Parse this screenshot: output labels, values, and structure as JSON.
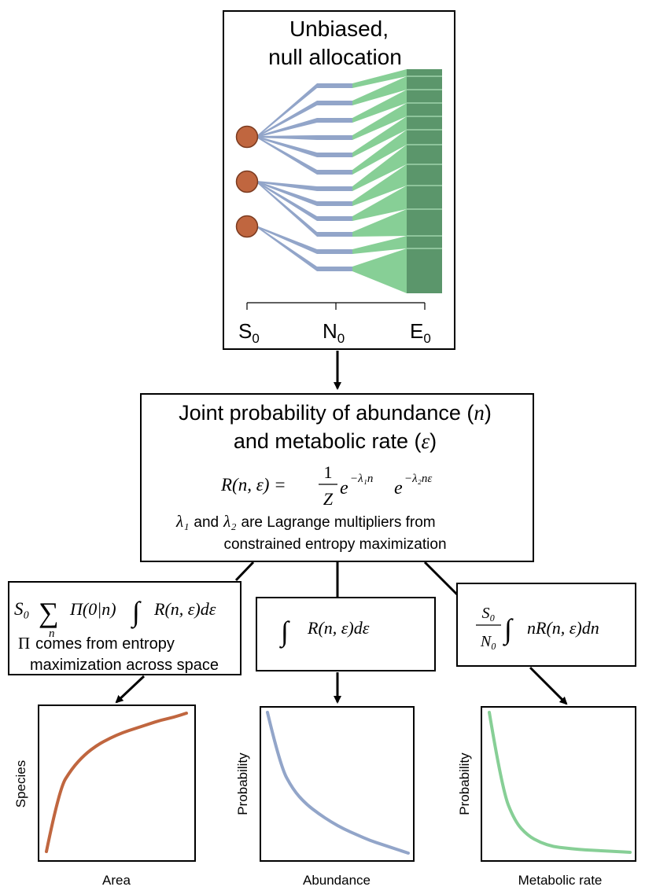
{
  "top_box": {
    "title_line1": "Unbiased,",
    "title_line2": "null allocation",
    "axis_labels": [
      {
        "main": "S",
        "sub": "0"
      },
      {
        "main": "N",
        "sub": "0"
      },
      {
        "main": "E",
        "sub": "0"
      }
    ]
  },
  "joint_box": {
    "title_line1_text": "Joint probability of abundance (",
    "title_line1_var": "n",
    "title_line1_close": ")",
    "title_line2_text": "and metabolic rate (",
    "title_line2_var": "ε",
    "title_line2_close": ")",
    "formula_lhs": "R(n, ε) =",
    "formula_num": "1",
    "formula_den": "Z",
    "formula_e1": "e",
    "formula_exp1": "−λ₁n",
    "formula_e2": "e",
    "formula_exp2": "−λ₂nε",
    "lambda1": "λ₁",
    "and": "and",
    "lambda2": "λ₂",
    "note_tail": "are Lagrange multipliers from",
    "note_line2": "constrained entropy maximization"
  },
  "left_box": {
    "s0": "S₀",
    "sum_sign": "∑",
    "sum_index": "n",
    "pi_term": "Π(0|n)",
    "integral": "∫",
    "integrand": "R(n, ε)dε",
    "pi_symbol": "Π",
    "note_line1": "comes from entropy",
    "note_line2": "maximization across space"
  },
  "mid_box": {
    "integral": "∫",
    "integrand": "R(n, ε)dε"
  },
  "right_box": {
    "frac_num": "S₀",
    "frac_den": "N₀",
    "integral": "∫",
    "integrand": "nR(n, ε)dn"
  },
  "colors": {
    "species": "#c0663f",
    "species_dot_stroke": "#7a3a1f",
    "abundance": "#92a5c9",
    "energy": "#87cf96",
    "energy_dark": "#5b966b",
    "energy_line": "#9fd3ab",
    "frame": "#000000"
  },
  "chart_data": [
    {
      "type": "line",
      "xlabel": "Area",
      "ylabel": "Species",
      "shape": "saturating-increase",
      "series": [
        {
          "values": [
            0.0,
            0.45,
            0.6,
            0.7,
            0.77,
            0.82,
            0.86,
            0.89,
            0.92,
            0.95,
            0.97,
            1.0
          ]
        }
      ]
    },
    {
      "type": "line",
      "xlabel": "Abundance",
      "ylabel": "Probability",
      "shape": "decay",
      "series": [
        {
          "values": [
            1.0,
            0.62,
            0.45,
            0.35,
            0.28,
            0.22,
            0.17,
            0.13,
            0.09,
            0.06,
            0.03,
            0.0
          ]
        }
      ]
    },
    {
      "type": "line",
      "xlabel": "Metabolic rate",
      "ylabel": "Probability",
      "shape": "steep-decay",
      "series": [
        {
          "values": [
            1.0,
            0.45,
            0.22,
            0.12,
            0.07,
            0.04,
            0.03,
            0.02,
            0.015,
            0.01,
            0.005,
            0.0
          ]
        }
      ]
    }
  ]
}
